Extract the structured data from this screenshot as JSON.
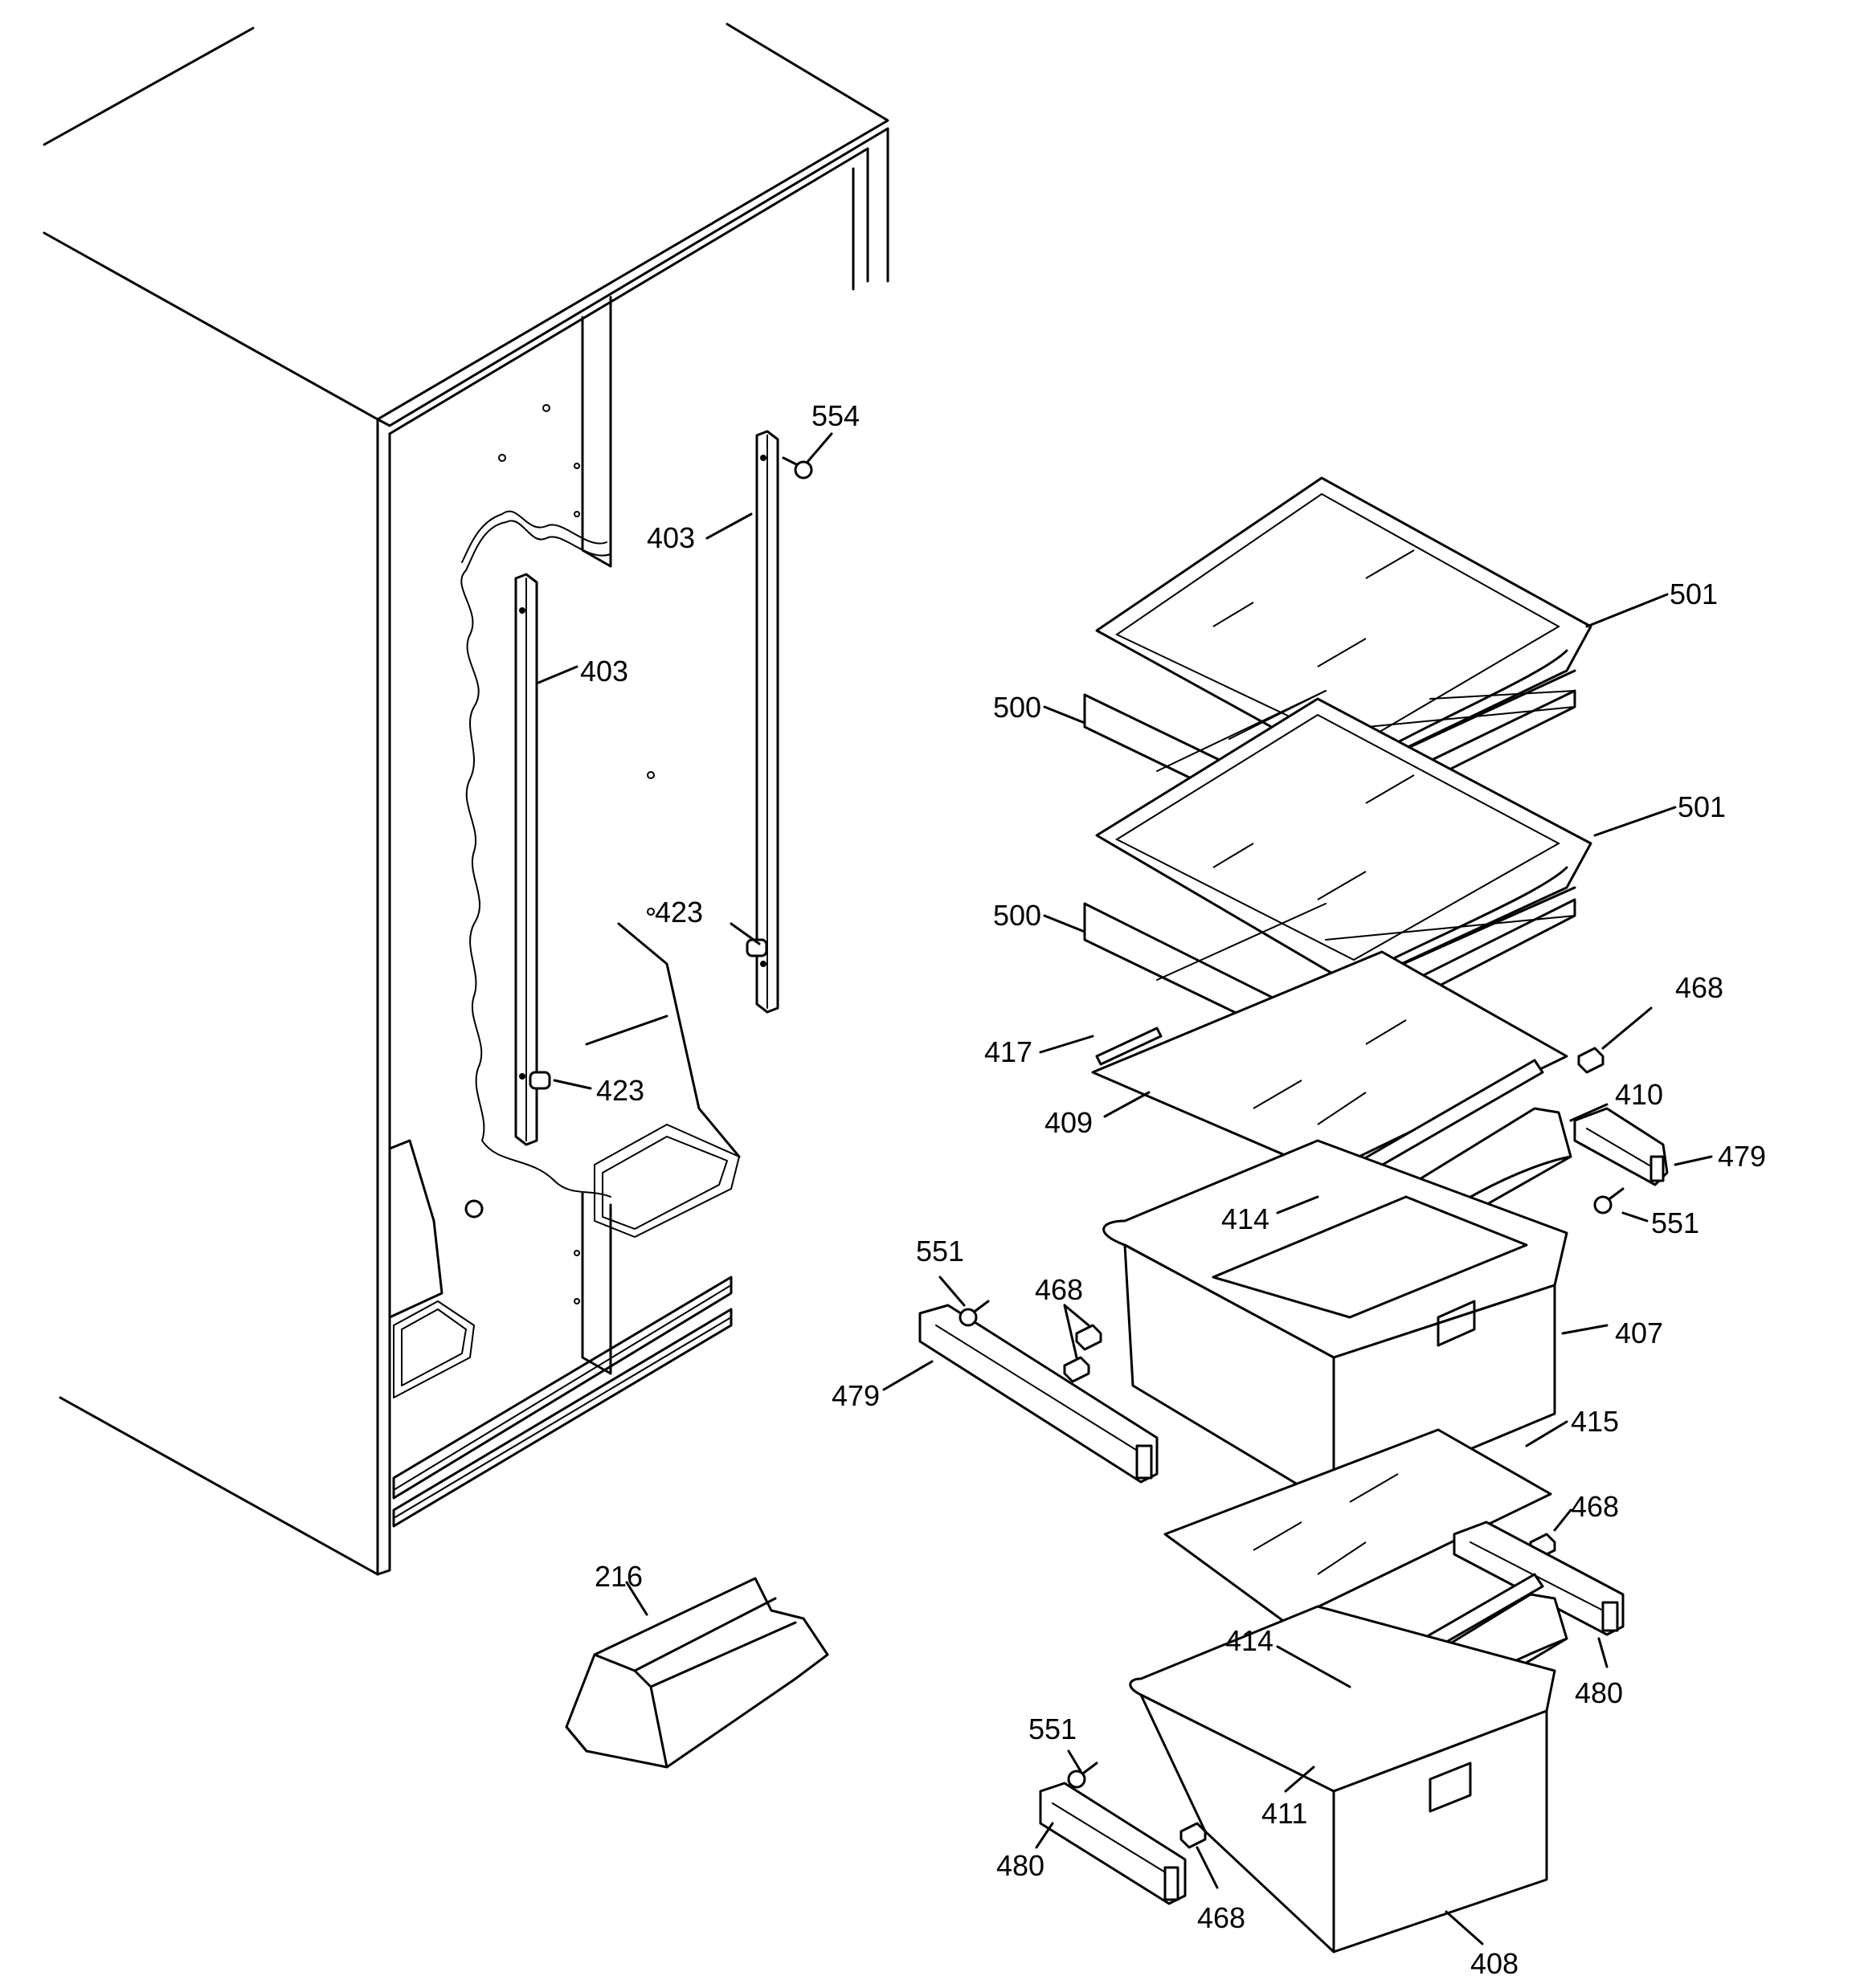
{
  "callouts": {
    "c554": "554",
    "c403a": "403",
    "c403b": "403",
    "c501a": "501",
    "c500a": "500",
    "c501b": "501",
    "c423a": "423",
    "c500b": "500",
    "c468a": "468",
    "c417": "417",
    "c423b": "423",
    "c409": "409",
    "c410": "410",
    "c479a": "479",
    "c414a": "414",
    "c551a": "551",
    "c551b": "551",
    "c468b": "468",
    "c407": "407",
    "c479b": "479",
    "c415": "415",
    "c468c": "468",
    "c216": "216",
    "c414b": "414",
    "c480a": "480",
    "c551c": "551",
    "c411": "411",
    "c480b": "480",
    "c468d": "468",
    "c408": "408"
  }
}
